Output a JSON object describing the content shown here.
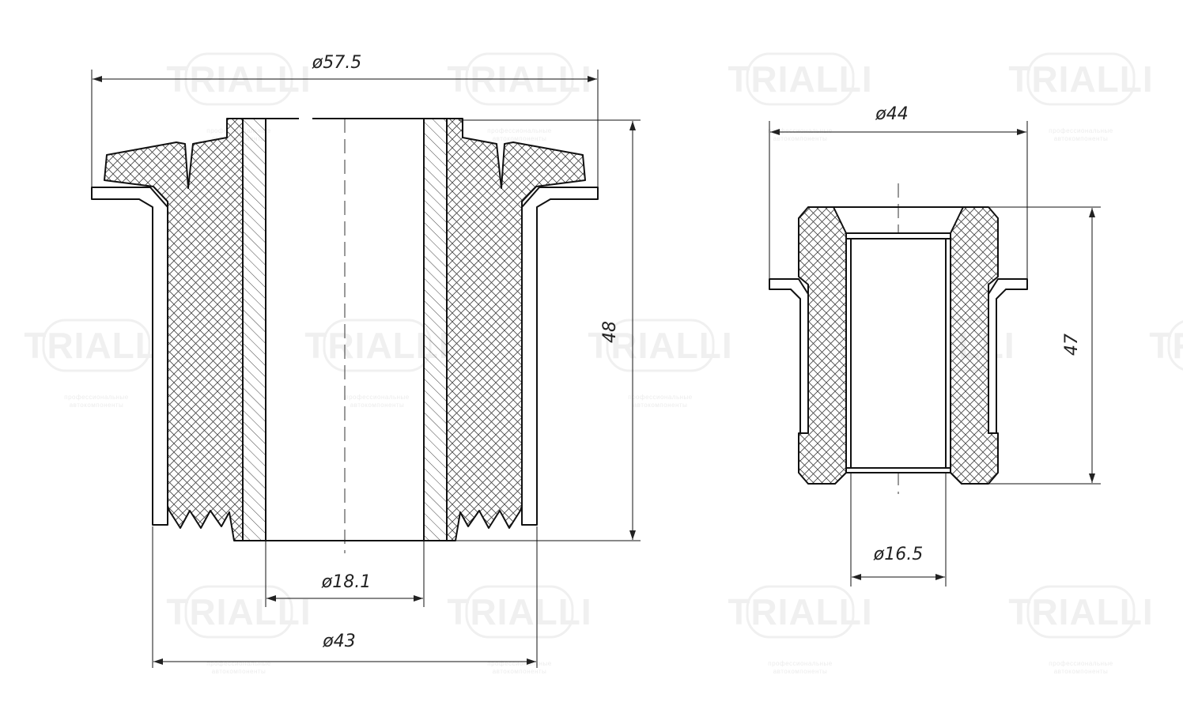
{
  "watermark": {
    "brand": "TRIALLI",
    "tagline_1": "профессиональные",
    "tagline_2": "автокомпоненты"
  },
  "dimensions": {
    "left": {
      "outer_flange_diameter": "ø57.5",
      "height": "48",
      "inner_bore_diameter": "ø18.1",
      "body_diameter": "ø43"
    },
    "right": {
      "outer_flange_diameter": "ø44",
      "height": "47",
      "inner_bore_diameter": "ø16.5"
    }
  },
  "colors": {
    "line": "#111111",
    "watermark": "#f0f0f0"
  }
}
